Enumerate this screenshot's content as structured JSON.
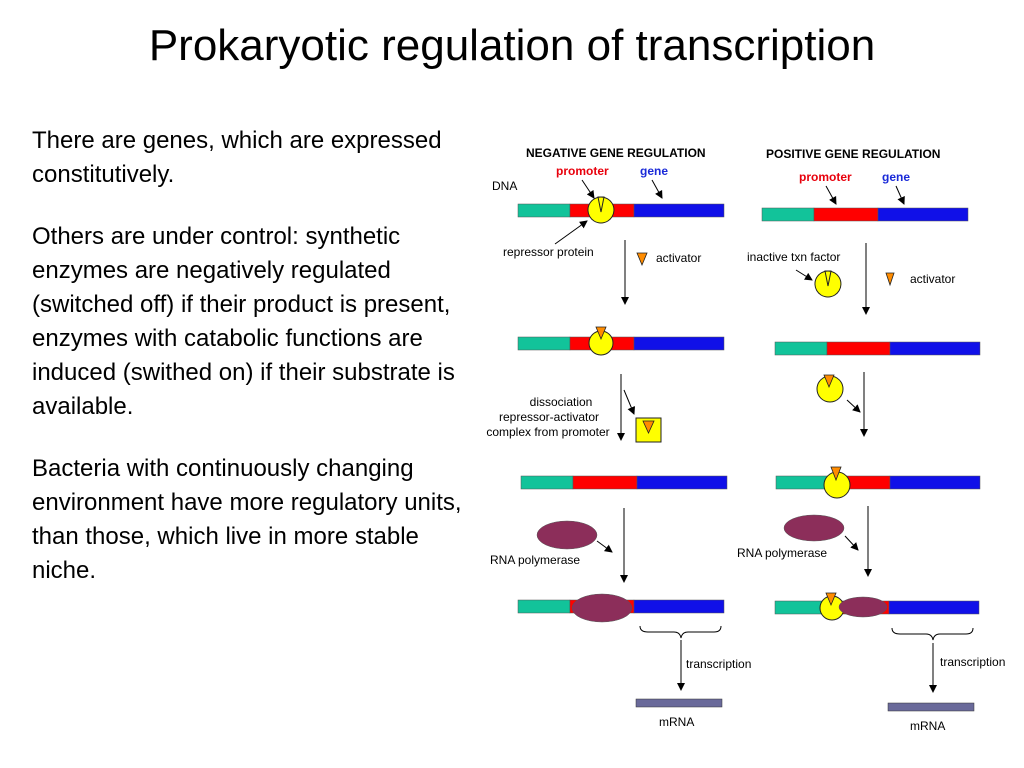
{
  "title": "Prokaryotic regulation of transcription",
  "body": {
    "p1": "There are genes, which are expressed constitutively.",
    "p2": "Others are under control: synthetic enzymes are negatively regulated (switched off) if their product is present, enzymes with catabolic functions are induced (swithed on) if their substrate is available.",
    "p3": "Bacteria with continuously changing environment have more regulatory units, than those, which live in more stable niche."
  },
  "diagram": {
    "negative": {
      "header": "NEGATIVE GENE REGULATION",
      "promoter": "promoter",
      "gene": "gene",
      "dna": "DNA",
      "repressor": "repressor protein",
      "activator": "activator",
      "dissociation_1": "dissociation",
      "dissociation_2": "repressor-activator",
      "dissociation_3": "complex from promoter",
      "rna_polymerase": "RNA polymerase",
      "transcription": "transcription",
      "mrna": "mRNA"
    },
    "positive": {
      "header": "POSITIVE GENE REGULATION",
      "promoter": "promoter",
      "gene": "gene",
      "inactive": "inactive txn factor",
      "activator": "activator",
      "rna_polymerase": "RNA polymerase",
      "transcription": "transcription",
      "mrna": "mRNA"
    },
    "colors": {
      "dna_left": "#12c39a",
      "promoter": "#ff0000",
      "gene": "#1010e8",
      "protein": "#ffff00",
      "activator": "#ff8c00",
      "polymerase": "#8c2e5a",
      "mrna": "#6a6a9a"
    }
  }
}
